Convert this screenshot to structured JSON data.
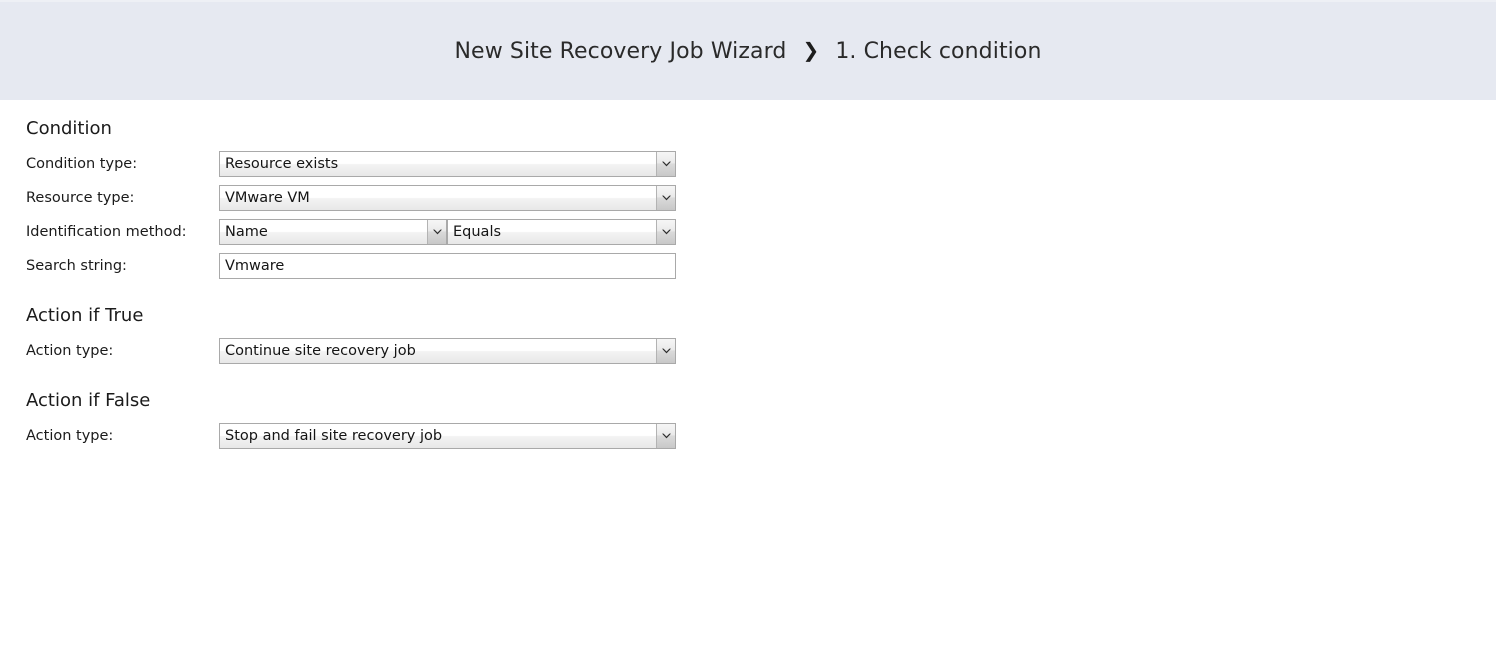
{
  "header": {
    "wizard_title": "New Site Recovery Job Wizard",
    "separator": "❯",
    "step_label": "1. Check condition"
  },
  "sections": {
    "condition": {
      "title": "Condition",
      "fields": {
        "condition_type": {
          "label": "Condition type:",
          "value": "Resource exists",
          "icon": "chevron-down-icon"
        },
        "resource_type": {
          "label": "Resource type:",
          "value": "VMware VM",
          "icon": "chevron-down-icon"
        },
        "identification_method": {
          "label": "Identification method:",
          "value_attribute": "Name",
          "value_operator": "Equals",
          "icon": "chevron-down-icon"
        },
        "search_string": {
          "label": "Search string:",
          "value": "Vmware",
          "placeholder": ""
        }
      }
    },
    "action_if_true": {
      "title": "Action if True",
      "fields": {
        "action_type": {
          "label": "Action type:",
          "value": "Continue site recovery job",
          "icon": "chevron-down-icon"
        }
      }
    },
    "action_if_false": {
      "title": "Action if False",
      "fields": {
        "action_type": {
          "label": "Action type:",
          "value": "Stop and fail site recovery job",
          "icon": "chevron-down-icon"
        }
      }
    }
  },
  "colors": {
    "header_background": "#e6e9f1",
    "page_background": "#ffffff",
    "text": "#1b1b1b",
    "control_border": "#a9a9a9"
  }
}
